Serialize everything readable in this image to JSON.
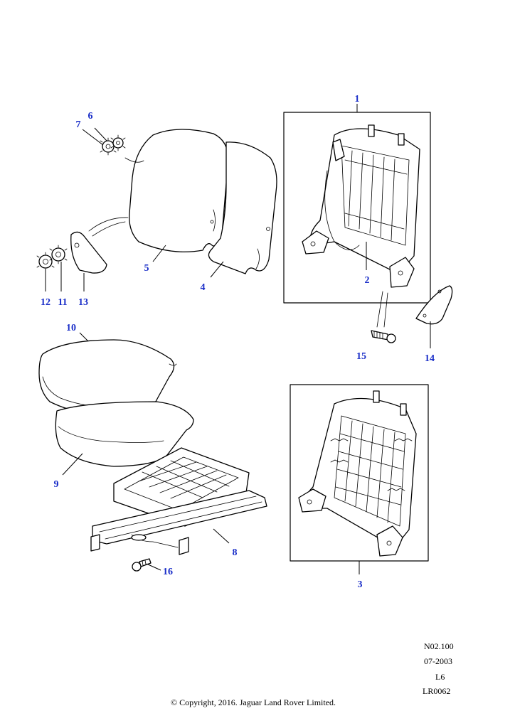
{
  "diagram": {
    "callouts": [
      {
        "id": "1",
        "label": "1"
      },
      {
        "id": "2",
        "label": "2"
      },
      {
        "id": "3",
        "label": "3"
      },
      {
        "id": "4",
        "label": "4"
      },
      {
        "id": "5",
        "label": "5"
      },
      {
        "id": "6",
        "label": "6"
      },
      {
        "id": "7",
        "label": "7"
      },
      {
        "id": "8",
        "label": "8"
      },
      {
        "id": "9",
        "label": "9"
      },
      {
        "id": "10",
        "label": "10"
      },
      {
        "id": "11",
        "label": "11"
      },
      {
        "id": "12",
        "label": "12"
      },
      {
        "id": "13",
        "label": "13"
      },
      {
        "id": "14",
        "label": "14"
      },
      {
        "id": "15",
        "label": "15"
      },
      {
        "id": "16",
        "label": "16"
      }
    ],
    "callout_color": "#1a2ec8"
  },
  "reference": {
    "code": "N02.100",
    "date": "07-2003",
    "section": "L6",
    "illustration": "LR0062"
  },
  "footer": {
    "copyright": "© Copyright, 2016. Jaguar Land Rover Limited."
  }
}
